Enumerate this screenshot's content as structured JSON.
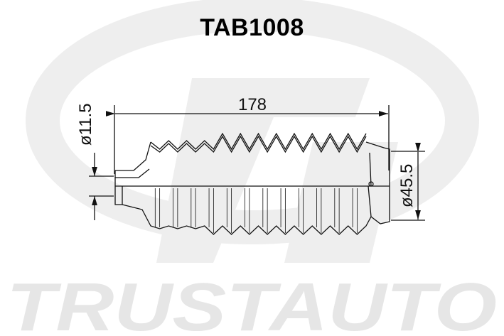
{
  "title": "TAB1008",
  "brand": "TRUSTAUTO",
  "dimensions": {
    "length": "178",
    "small_diameter": "ø11.5",
    "large_diameter": "ø45.5"
  },
  "colors": {
    "watermark": "#ececec",
    "line": "#111111"
  }
}
